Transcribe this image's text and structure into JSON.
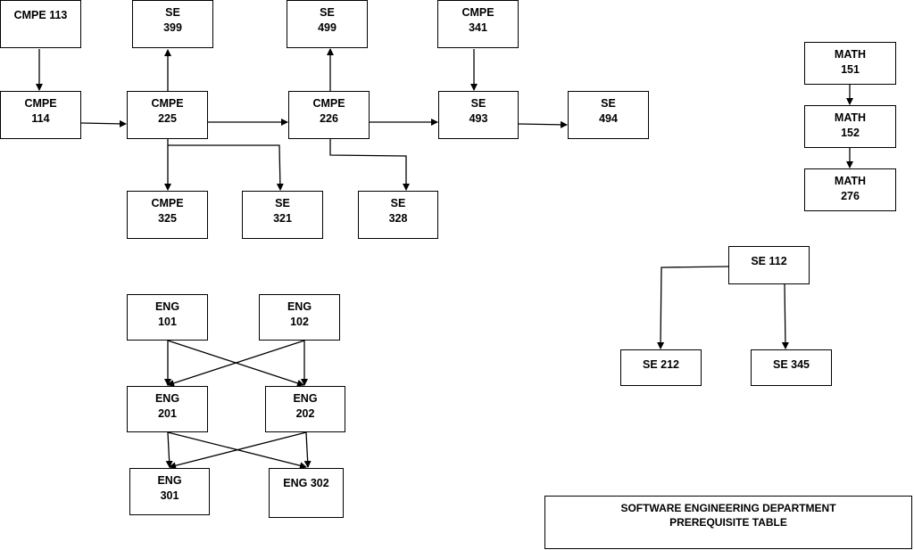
{
  "nodes": {
    "cmpe113": [
      "CMPE 113"
    ],
    "cmpe114": [
      "CMPE",
      "114"
    ],
    "cmpe225": [
      "CMPE",
      "225"
    ],
    "cmpe226": [
      "CMPE",
      "226"
    ],
    "cmpe325": [
      "CMPE",
      "325"
    ],
    "cmpe341": [
      "CMPE",
      "341"
    ],
    "se399": [
      "SE",
      "399"
    ],
    "se499": [
      "SE",
      "499"
    ],
    "se493": [
      "SE",
      "493"
    ],
    "se494": [
      "SE",
      "494"
    ],
    "se321": [
      "SE",
      "321"
    ],
    "se328": [
      "SE",
      "328"
    ],
    "math151": [
      "MATH",
      "151"
    ],
    "math152": [
      "MATH",
      "152"
    ],
    "math276": [
      "MATH",
      "276"
    ],
    "se112": [
      "SE 112"
    ],
    "se212": [
      "SE 212"
    ],
    "se345": [
      "SE 345"
    ],
    "eng101": [
      "ENG",
      "101"
    ],
    "eng102": [
      "ENG",
      "102"
    ],
    "eng201": [
      "ENG",
      "201"
    ],
    "eng202": [
      "ENG",
      "202"
    ],
    "eng301": [
      "ENG",
      "301"
    ],
    "eng302": [
      "ENG 302"
    ]
  },
  "edges": [
    [
      "cmpe113",
      "cmpe114"
    ],
    [
      "cmpe114",
      "cmpe225"
    ],
    [
      "cmpe225",
      "se399"
    ],
    [
      "cmpe225",
      "cmpe226"
    ],
    [
      "cmpe225",
      "cmpe325"
    ],
    [
      "cmpe225",
      "se321"
    ],
    [
      "cmpe226",
      "se499"
    ],
    [
      "cmpe226",
      "se493"
    ],
    [
      "cmpe226",
      "se328"
    ],
    [
      "cmpe341",
      "se493"
    ],
    [
      "se493",
      "se494"
    ],
    [
      "math151",
      "math152"
    ],
    [
      "math152",
      "math276"
    ],
    [
      "se112",
      "se212"
    ],
    [
      "se112",
      "se345"
    ],
    [
      "eng101",
      "eng201"
    ],
    [
      "eng101",
      "eng202"
    ],
    [
      "eng102",
      "eng201"
    ],
    [
      "eng102",
      "eng202"
    ],
    [
      "eng201",
      "eng301"
    ],
    [
      "eng201",
      "eng302"
    ],
    [
      "eng202",
      "eng301"
    ],
    [
      "eng202",
      "eng302"
    ]
  ],
  "title": {
    "line1": "SOFTWARE ENGINEERING DEPARTMENT",
    "line2": "PREREQUISITE TABLE"
  }
}
